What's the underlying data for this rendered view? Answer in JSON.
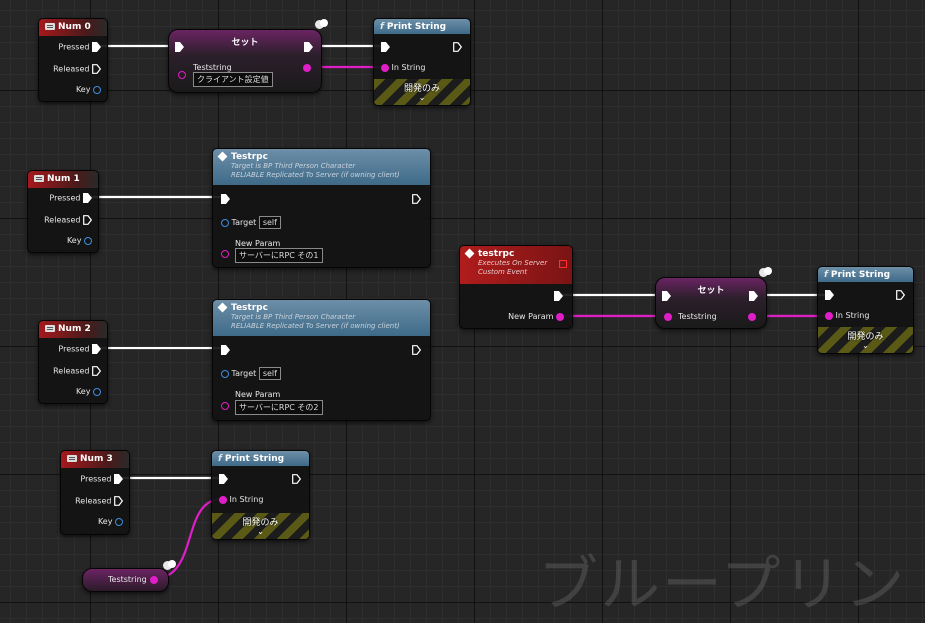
{
  "watermark": "ブループリント",
  "colors": {
    "exec_wire": "#ffffff",
    "string_wire": "#e01ec8",
    "struct_pin": "#3d8fe0"
  },
  "key_events": [
    {
      "title": "Num 0",
      "pressed": "Pressed",
      "released": "Released",
      "key": "Key"
    },
    {
      "title": "Num 1",
      "pressed": "Pressed",
      "released": "Released",
      "key": "Key"
    },
    {
      "title": "Num 2",
      "pressed": "Pressed",
      "released": "Released",
      "key": "Key"
    },
    {
      "title": "Num 3",
      "pressed": "Pressed",
      "released": "Released",
      "key": "Key"
    }
  ],
  "set_nodes": [
    {
      "title": "セット",
      "pin_label": "Teststring",
      "value": "クライアント設定値"
    },
    {
      "title": "セット",
      "pin_label": "Teststring"
    }
  ],
  "print_nodes": [
    {
      "title": "Print String",
      "in_label": "In String",
      "dev_only": "開発のみ"
    },
    {
      "title": "Print String",
      "in_label": "In String",
      "dev_only": "開発のみ"
    },
    {
      "title": "Print String",
      "in_label": "In String",
      "dev_only": "開発のみ"
    }
  ],
  "rpc_calls": [
    {
      "title": "Testrpc",
      "sub1": "Target is BP Third Person Character",
      "sub2": "RELIABLE Replicated To Server (if owning client)",
      "target_label": "Target",
      "target_value": "self",
      "param_label": "New Param",
      "param_value": "サーバーにRPC その1"
    },
    {
      "title": "Testrpc",
      "sub1": "Target is BP Third Person Character",
      "sub2": "RELIABLE Replicated To Server (if owning client)",
      "target_label": "Target",
      "target_value": "self",
      "param_label": "New Param",
      "param_value": "サーバーにRPC その2"
    }
  ],
  "custom_event": {
    "title": "testrpc",
    "sub1": "Executes On Server",
    "sub2": "Custom Event",
    "param_label": "New Param"
  },
  "get_var": {
    "label": "Teststring"
  }
}
